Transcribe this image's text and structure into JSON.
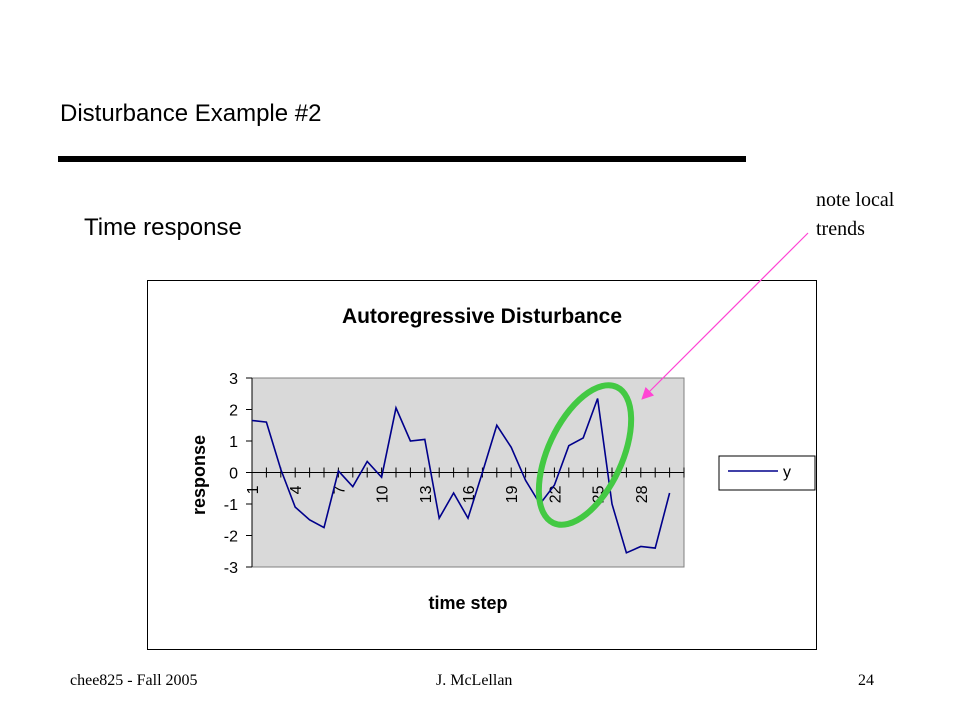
{
  "slide": {
    "title": "Disturbance Example #2",
    "subtitle": "Time response",
    "note": "note local trends",
    "footer_left": "chee825 - Fall 2005",
    "footer_center": "J. McLellan",
    "footer_right": "24"
  },
  "colors": {
    "series": "#00008b",
    "plot_bg": "#d9d9d9",
    "highlight": "#43c943",
    "arrow": "#ff44d4"
  },
  "chart_data": {
    "type": "line",
    "title": "Autoregressive Disturbance",
    "xlabel": "time step",
    "ylabel": "response",
    "x": [
      1,
      2,
      3,
      4,
      5,
      6,
      7,
      8,
      9,
      10,
      11,
      12,
      13,
      14,
      15,
      16,
      17,
      18,
      19,
      20,
      21,
      22,
      23,
      24,
      25,
      26,
      27,
      28,
      29,
      30,
      31
    ],
    "xtick_labels": [
      "1",
      "4",
      "7",
      "10",
      "13",
      "16",
      "19",
      "22",
      "25",
      "28"
    ],
    "yticks": [
      3,
      2,
      1,
      0,
      -1,
      -2,
      -3
    ],
    "ylim": [
      -3,
      3
    ],
    "series": [
      {
        "name": "y",
        "values": [
          1.65,
          1.6,
          0.1,
          -1.1,
          -1.5,
          -1.75,
          0.05,
          -0.45,
          0.35,
          -0.15,
          2.05,
          1.0,
          1.05,
          -1.45,
          -0.65,
          -1.45,
          0.0,
          1.5,
          0.8,
          -0.25,
          -1.0,
          -0.4,
          0.85,
          1.1,
          2.35,
          -1.0,
          -2.55,
          -2.35,
          -2.4,
          -0.65
        ]
      }
    ],
    "legend": "right",
    "grid": false
  }
}
